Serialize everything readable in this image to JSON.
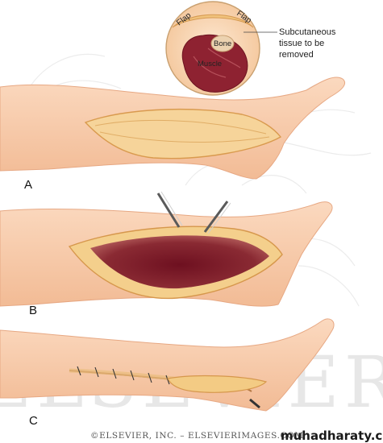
{
  "inset": {
    "flap_left": "Flap",
    "flap_right": "Flap",
    "bone": "Bone",
    "muscle": "Muscle",
    "callout_lines": [
      "Subcutaneous",
      "tissue to be",
      "removed"
    ]
  },
  "panels": {
    "a": "A",
    "b": "B",
    "c": "C"
  },
  "watermark": "ELSEVIER",
  "footer": {
    "copyright": "©ELSEVIER, INC. – ELSEVIERIMAGES.COM",
    "site": "muhadharaty.com"
  },
  "colors": {
    "skin": "#f7c9a6",
    "skin_dark": "#eeb38c",
    "fat": "#f3cf86",
    "fat_edge": "#e2a650",
    "muscle": "#8a1f2a",
    "muscle_light": "#b5525a",
    "bone": "#e8cfae",
    "instrument": "#5a5a5a"
  }
}
